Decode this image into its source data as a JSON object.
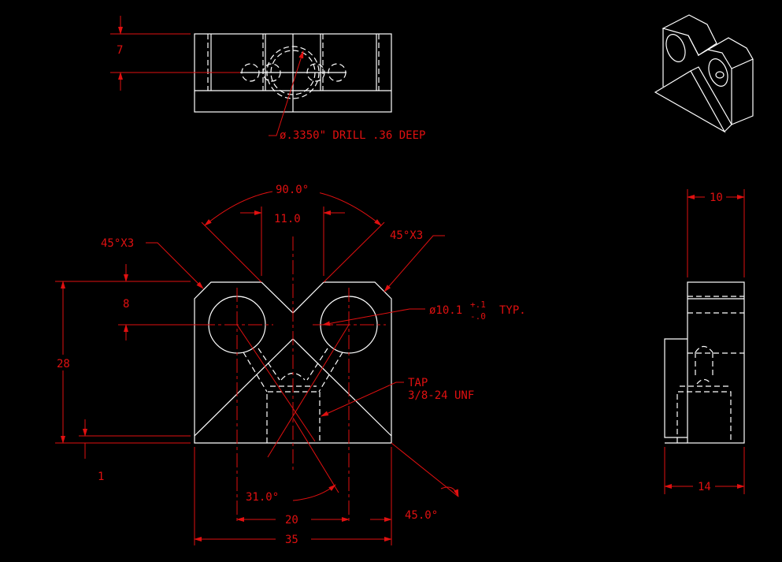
{
  "drawing": {
    "colors": {
      "geometry": "#ffffff",
      "dimension": "#e01010",
      "background": "#000000"
    },
    "top_view": {
      "dim_height": "7",
      "drill_note": "ø.3350\" DRILL .36 DEEP"
    },
    "front_view": {
      "angle_top": "90.0°",
      "width_between": "11.0",
      "chamfer_left": "45°X3",
      "chamfer_right": "45°X3",
      "hole_offset": "8",
      "height_total": "28",
      "base_offset": "1",
      "hole_note": "ø10.1",
      "tol_plus": "+.1",
      "tol_minus": "-.0",
      "hole_note_suffix": "TYP.",
      "tap_note_1": "TAP",
      "tap_note_2": "3/8-24 UNF",
      "angle_bottom": "31.0°",
      "angle_right": "45.0°",
      "hole_spacing": "20",
      "width_total": "35"
    },
    "side_view": {
      "depth_top": "10",
      "depth_bottom": "14"
    }
  }
}
